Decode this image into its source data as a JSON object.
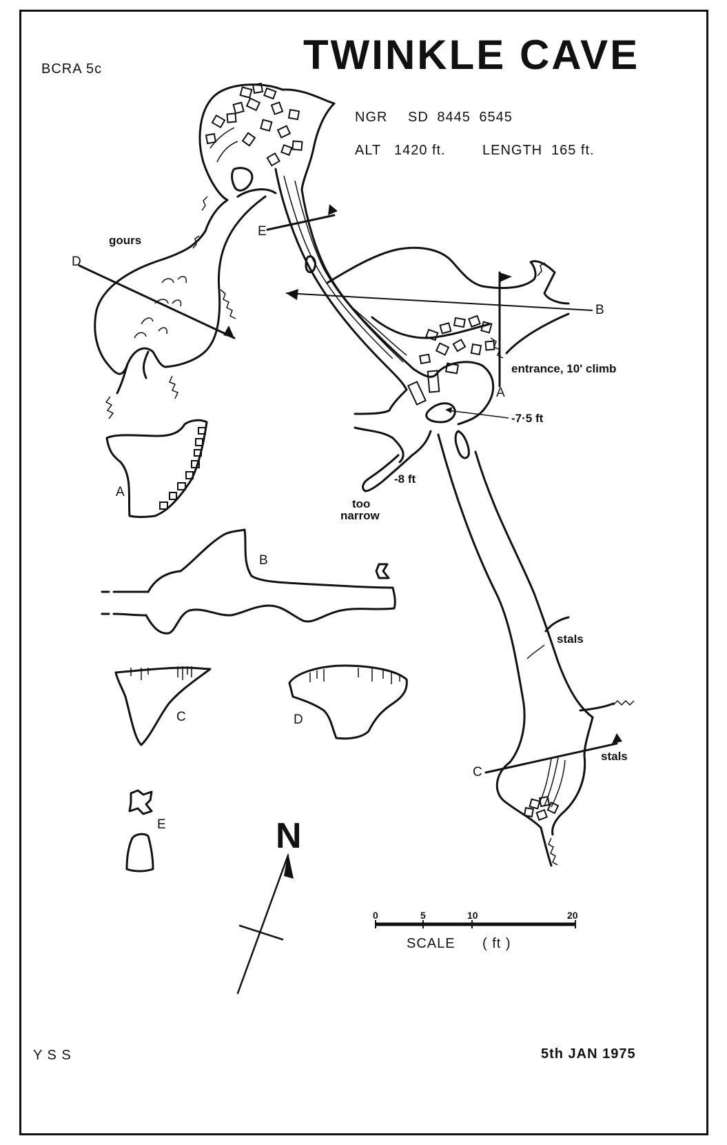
{
  "header": {
    "title": "TWINKLE CAVE",
    "grade": "BCRA  5c",
    "ngr_label": "NGR",
    "ngr_value": "SD  8445  6545",
    "alt_label": "ALT",
    "alt_value": "1420 ft.",
    "length_label": "LENGTH",
    "length_value": "165 ft."
  },
  "labels": {
    "gours": "gours",
    "entrance": "entrance, 10' climb",
    "depth_75": "-7·5 ft",
    "depth_8": "-8 ft",
    "too_narrow_1": "too",
    "too_narrow_2": "narrow",
    "stals_1": "stals",
    "stals_2": "stals"
  },
  "section_marks": [
    "A",
    "B",
    "C",
    "D",
    "E"
  ],
  "section_letters": {
    "line_A": "A",
    "line_B": "B",
    "line_C": "C",
    "line_D": "D",
    "line_E": "E",
    "profile_A": "A",
    "profile_B": "B",
    "profile_C": "C",
    "profile_D": "D",
    "profile_E": "E"
  },
  "north": {
    "label": "N"
  },
  "scale": {
    "ticks": [
      "0",
      "5",
      "10",
      "20"
    ],
    "label": "SCALE",
    "unit": "( ft )"
  },
  "footer": {
    "surveyor": "Y S S",
    "date": "5th  JAN  1975"
  }
}
